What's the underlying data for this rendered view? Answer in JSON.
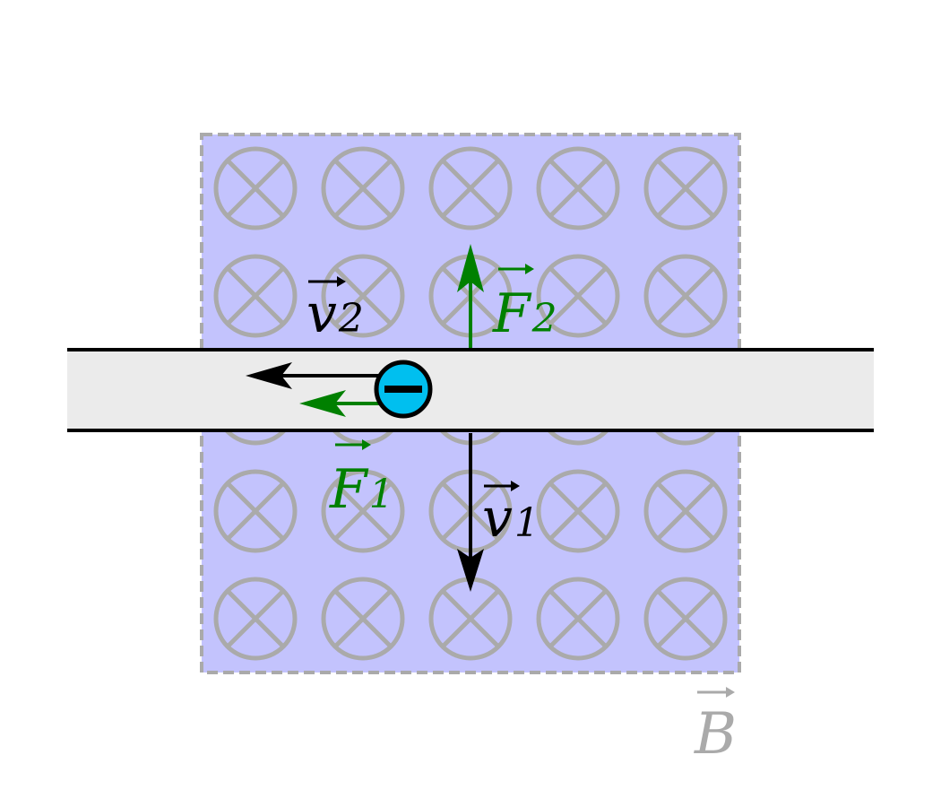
{
  "colors": {
    "background": "#ffffff",
    "field_region": "#c3c3fd",
    "field_border": "#aaaaaa",
    "field_symbol": "#aaaaaa",
    "conductor_fill": "#ebebeb",
    "conductor_edge": "#000000",
    "velocity": "#000000",
    "force": "#008000",
    "electron_fill": "#00bfef",
    "electron_edge": "#000000"
  },
  "field": {
    "direction": "into-page",
    "grid_rows": 5,
    "grid_cols": 5
  },
  "labels": {
    "v1": {
      "base": "v",
      "sub": "1"
    },
    "v2": {
      "base": "v",
      "sub": "2"
    },
    "f1": {
      "base": "F",
      "sub": "1"
    },
    "f2": {
      "base": "F",
      "sub": "2"
    },
    "b": {
      "base": "B"
    }
  },
  "electron": {
    "charge": "negative"
  }
}
